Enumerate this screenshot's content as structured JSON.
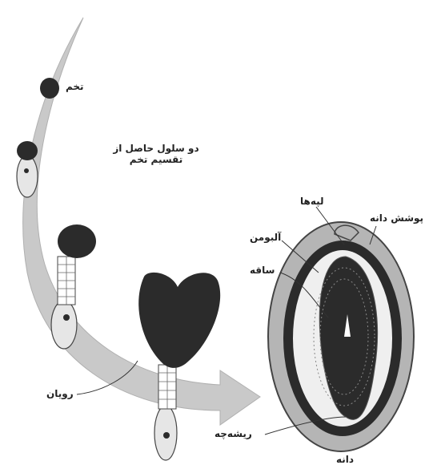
{
  "labels": {
    "zygote": "تخم",
    "two_cells_line1": "دو سلول حاصل از",
    "two_cells_line2": "تقسیم تخم",
    "embryo": "رویان",
    "cotyledons": "لپه‌ها",
    "endosperm": "آلبومن",
    "seed_coat": "پوشش دانه",
    "stem": "ساقه",
    "radicle": "ریشه‌چه",
    "seed": "دانه"
  },
  "colors": {
    "arrow": "#c9c9c9",
    "dark": "#2b2b2b",
    "cell_light": "#e6e6e6",
    "seed_coat": "#b5b5b5",
    "endosperm": "#efefef"
  }
}
